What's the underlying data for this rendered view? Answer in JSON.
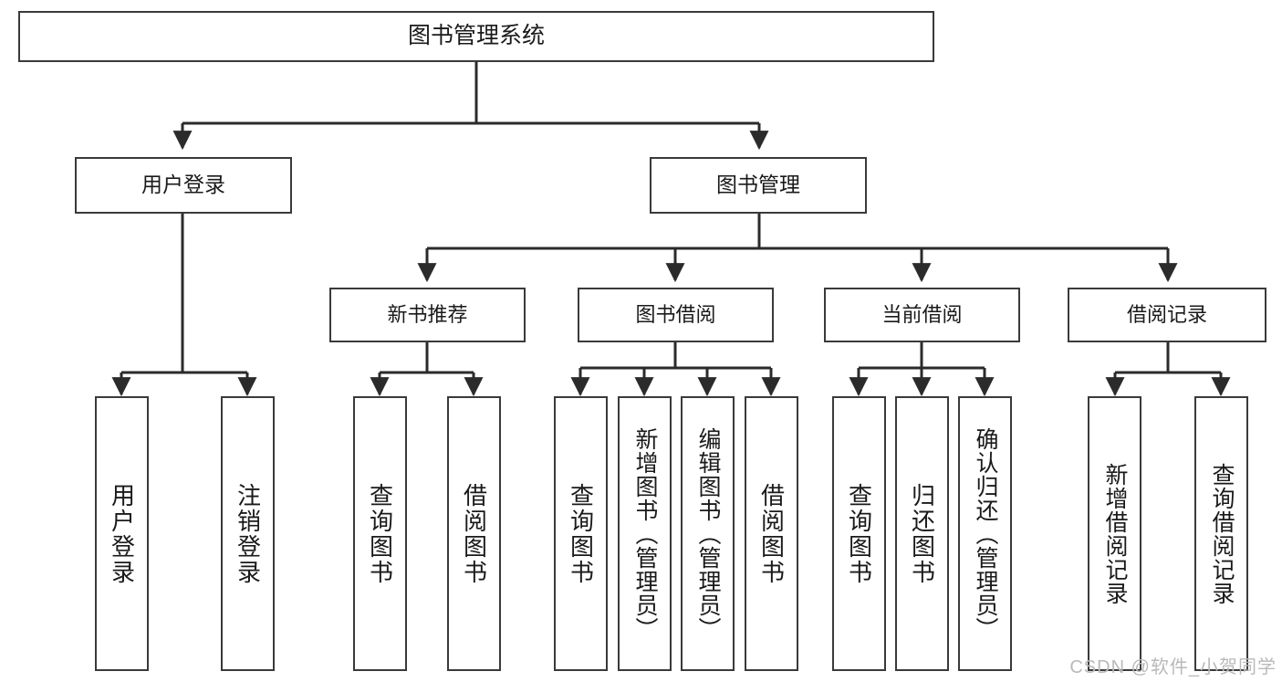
{
  "diagram": {
    "type": "tree",
    "title": "图书管理系统",
    "watermark": "CSDN @软件_小贺同学",
    "colors": {
      "box_border": "#3a3a3a",
      "box_fill": "#ffffff",
      "edge": "#2b2b2b",
      "text": "#1a1a1a",
      "watermark": "#b9b9b9"
    },
    "nodes": {
      "root": {
        "label": "图书管理系统"
      },
      "level2": [
        {
          "label": "用户登录"
        },
        {
          "label": "图书管理"
        }
      ],
      "level3": [
        {
          "label": "新书推荐"
        },
        {
          "label": "图书借阅"
        },
        {
          "label": "当前借阅"
        },
        {
          "label": "借阅记录"
        }
      ],
      "leaves": {
        "user_login": [
          {
            "label": "用户登录"
          },
          {
            "label": "注销登录"
          }
        ],
        "new_book_recommend": [
          {
            "label": "查询图书"
          },
          {
            "label": "借阅图书"
          }
        ],
        "book_borrow": [
          {
            "label": "查询图书"
          },
          {
            "label": "新增图书（管理员）"
          },
          {
            "label": "编辑图书（管理员）"
          },
          {
            "label": "借阅图书"
          }
        ],
        "current_borrow": [
          {
            "label": "查询图书"
          },
          {
            "label": "归还图书"
          },
          {
            "label": "确认归还（管理员）"
          }
        ],
        "borrow_record": [
          {
            "label": "新增借阅记录"
          },
          {
            "label": "查询借阅记录"
          }
        ]
      }
    }
  }
}
